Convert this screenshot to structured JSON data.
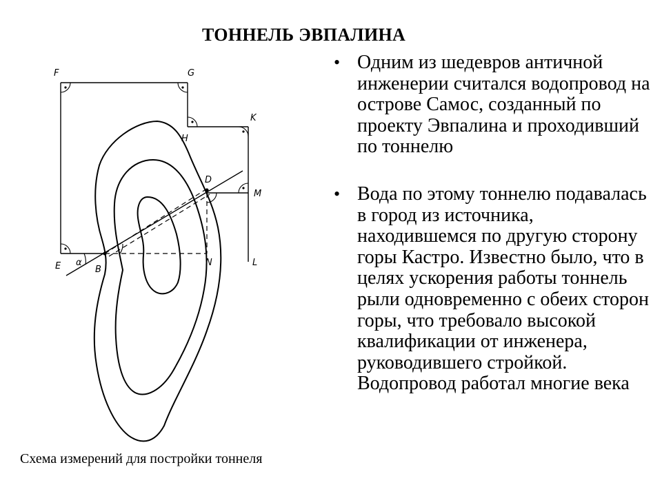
{
  "slide": {
    "title": "ТОННЕЛЬ ЭВПАЛИНА",
    "caption": "Схема измерений для постройки тоннеля",
    "bullet_glyph": "•",
    "bullets": [
      "Одним из шедевров античной инженерии считался водопровод на острове Самос, созданный по проекту Эвпалина и проходивший по тоннелю",
      "Вода по этому тоннелю подавалась в город из источника, находившемся по другую сторону горы Кастро. Известно было, что в целях ускорения работы тоннель рыли одновременно с обеих сторон горы, что требовало высокой квалификации от инженера, руководившего стройкой. Водопровод работал многие века"
    ]
  },
  "diagram": {
    "points": {
      "F": "F",
      "G": "G",
      "H": "H",
      "K": "K",
      "D": "D",
      "M": "M",
      "E": "E",
      "B": "B",
      "N": "N",
      "L": "L",
      "alpha": "α"
    }
  }
}
